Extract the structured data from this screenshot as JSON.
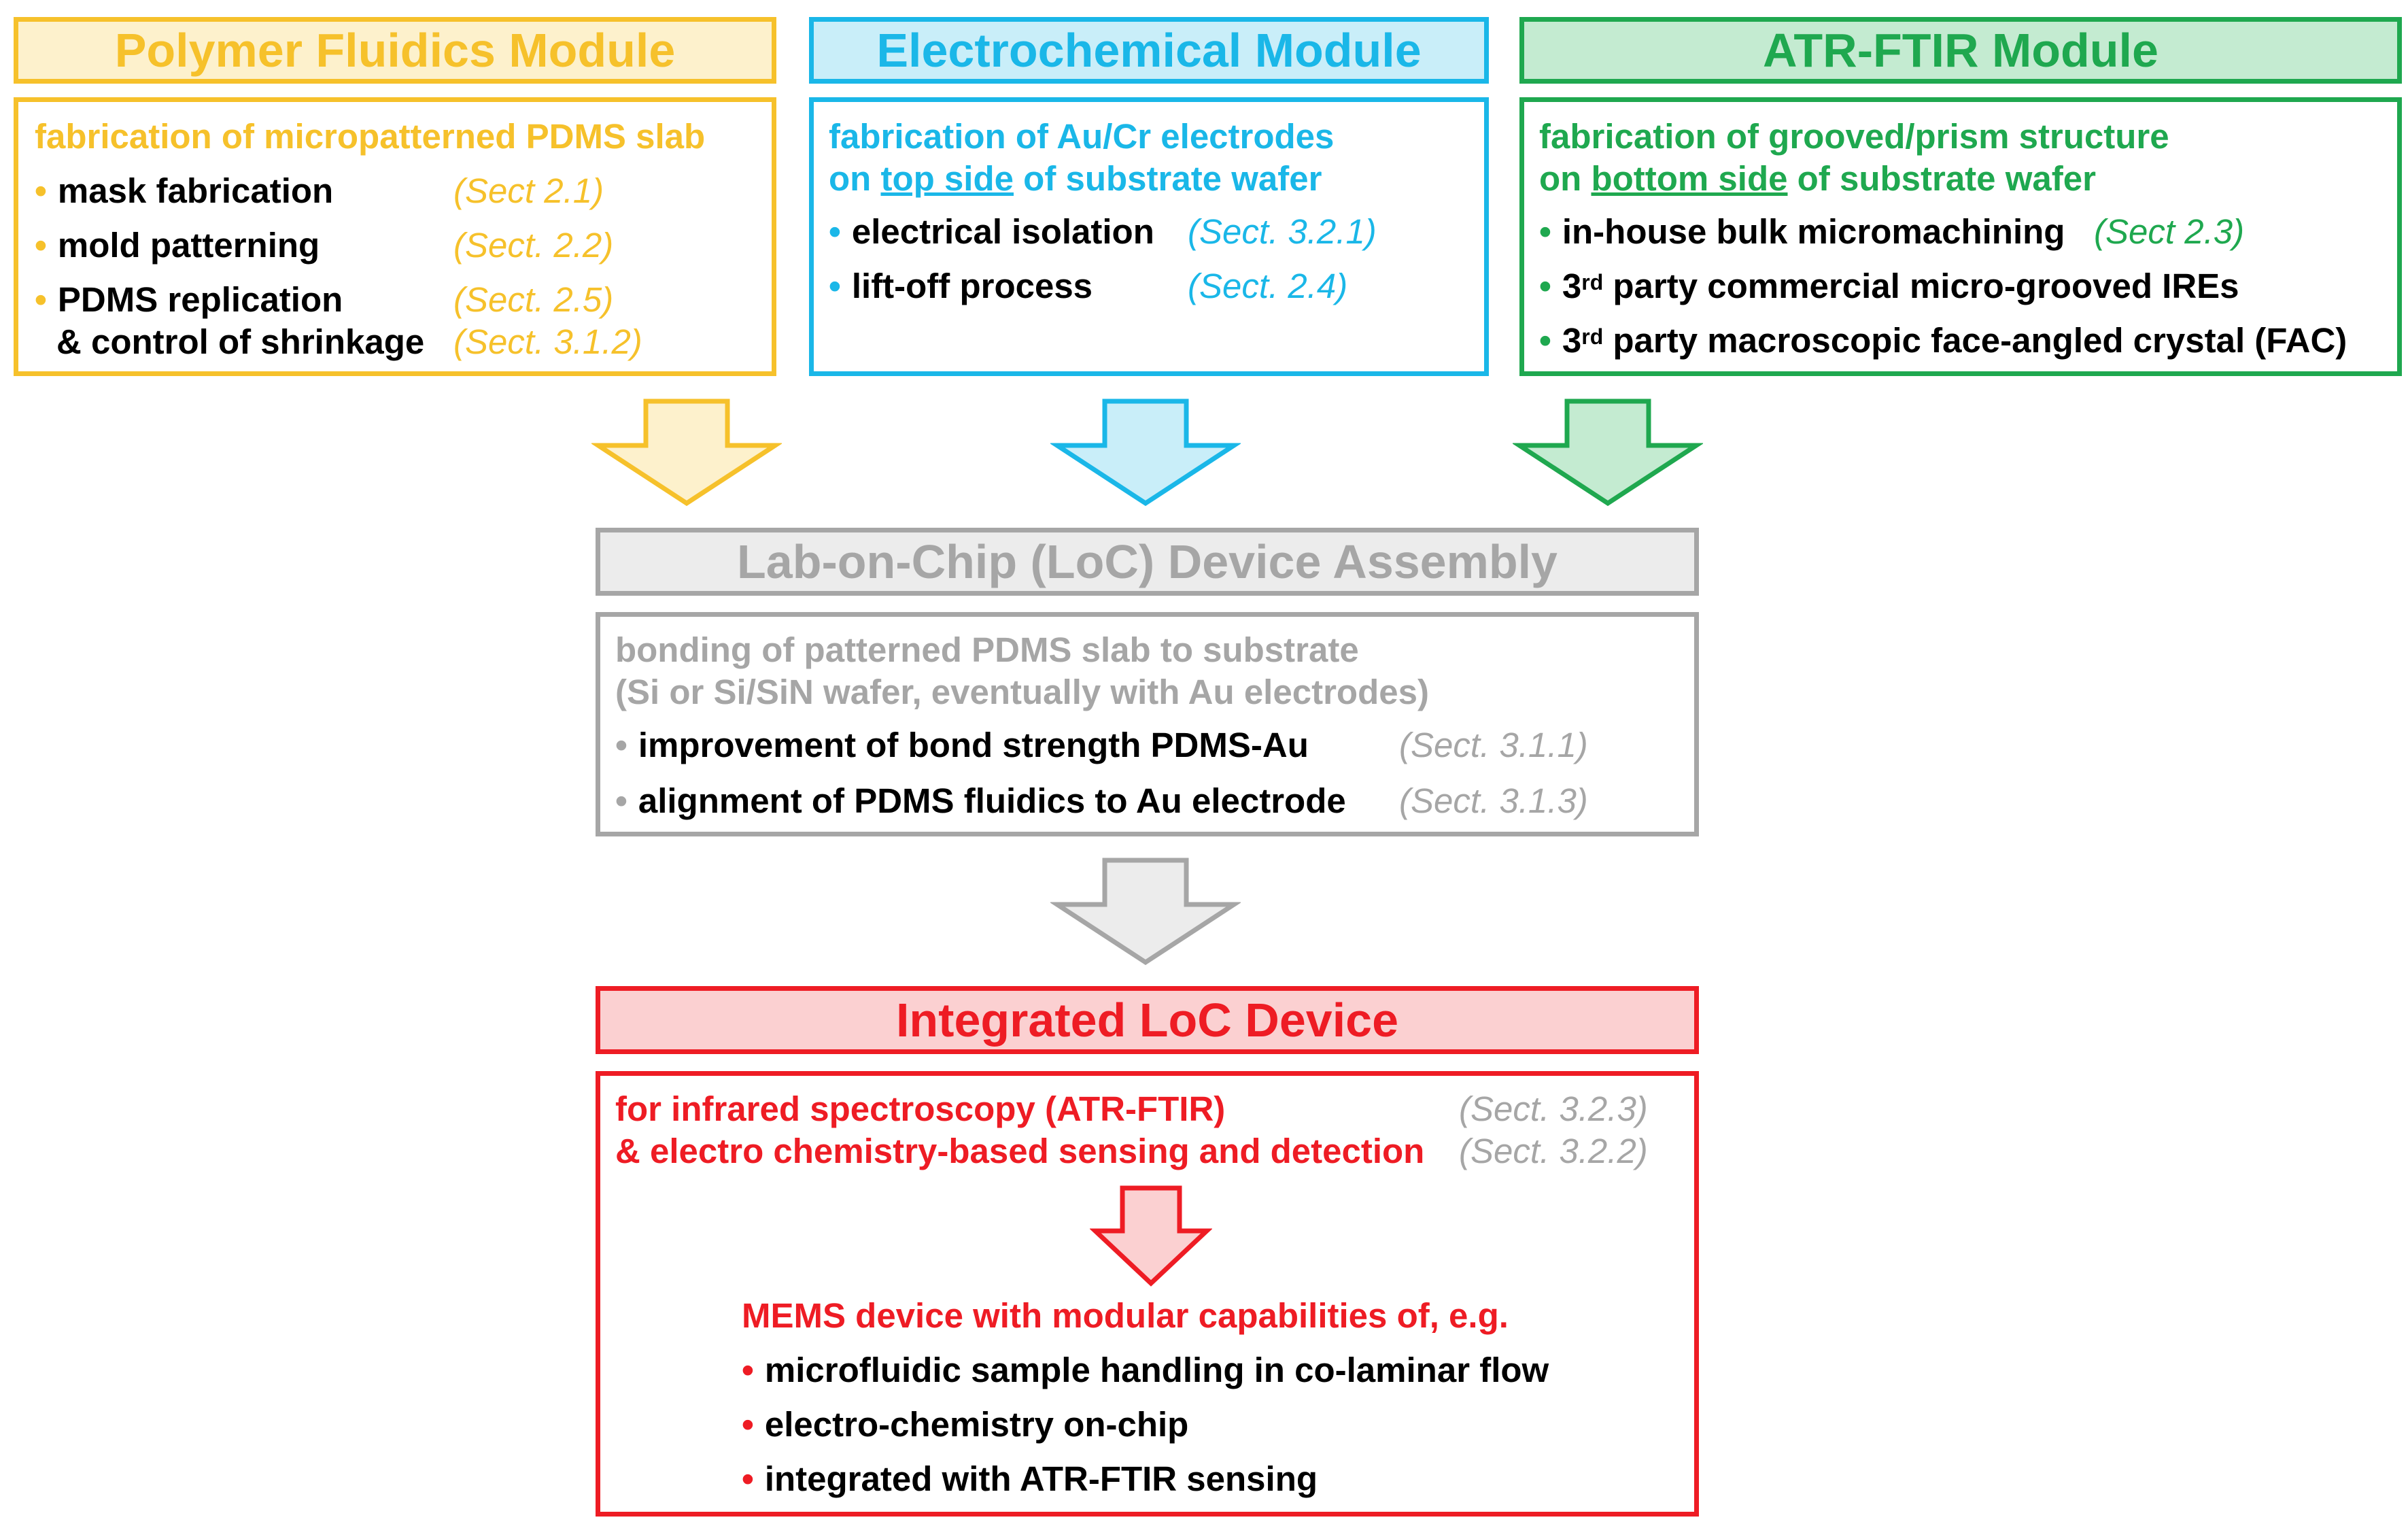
{
  "colors": {
    "yellow": "#f6c12b",
    "yellow_fill": "#fdf1cc",
    "blue": "#1ab7e8",
    "blue_fill": "#c9eef9",
    "green": "#1fa84f",
    "green_fill": "#c4ebd1",
    "gray": "#a6a6a6",
    "gray_fill": "#ececec",
    "red": "#ee1c24",
    "red_fill": "#fbd0d1",
    "black": "#000000"
  },
  "polymer": {
    "title": "Polymer Fluidics Module",
    "subtitle": "fabrication of micropatterned PDMS slab",
    "items": [
      {
        "bullet": "•",
        "text": "mask fabrication",
        "ref": "(Sect 2.1)"
      },
      {
        "bullet": "•",
        "text": "mold patterning",
        "ref": "(Sect. 2.2)"
      },
      {
        "bullet": "•",
        "text": "PDMS replication",
        "ref": "(Sect. 2.5)"
      },
      {
        "bullet": "",
        "text": "& control of shrinkage",
        "ref": "(Sect. 3.1.2)"
      }
    ]
  },
  "electro": {
    "title": "Electrochemical Module",
    "subtitle_line1": "fabrication of Au/Cr electrodes",
    "subtitle_line2_pre": "on ",
    "subtitle_line2_u": "top side",
    "subtitle_line2_post": " of substrate wafer",
    "items": [
      {
        "bullet": "•",
        "text": "electrical isolation",
        "ref": "(Sect. 3.2.1)"
      },
      {
        "bullet": "•",
        "text": "lift-off process",
        "ref": "(Sect. 2.4)"
      }
    ]
  },
  "atr": {
    "title": "ATR-FTIR Module",
    "subtitle_line1": "fabrication of grooved/prism structure",
    "subtitle_line2_pre": "on ",
    "subtitle_line2_u": "bottom side",
    "subtitle_line2_post": " of substrate wafer",
    "item1": {
      "bullet": "•",
      "text": "in-house bulk micromachining",
      "ref": "(Sect 2.3)"
    },
    "item2": {
      "bullet": "•",
      "num": "3",
      "sup": "rd",
      "text": " party commercial micro-grooved IREs"
    },
    "item3": {
      "bullet": "•",
      "num": "3",
      "sup": "rd",
      "text": " party macroscopic face-angled crystal (FAC)"
    }
  },
  "assembly": {
    "title": "Lab-on-Chip (LoC) Device Assembly",
    "line1": "bonding of patterned PDMS slab to substrate",
    "line2": "(Si or Si/SiN wafer, eventually with Au electrodes)",
    "items": [
      {
        "bullet": "•",
        "text": "improvement of bond strength PDMS-Au",
        "ref": "(Sect. 3.1.1)"
      },
      {
        "bullet": "•",
        "text": "alignment of PDMS fluidics to Au electrode",
        "ref": "(Sect. 3.1.3)"
      }
    ]
  },
  "integrated": {
    "title": "Integrated LoC Device",
    "line1": "for infrared spectroscopy (ATR-FTIR)",
    "line1_ref": "(Sect. 3.2.3)",
    "line2": "& electro chemistry-based sensing and detection",
    "line2_ref": "(Sect. 3.2.2)",
    "mems_title": "MEMS device with modular capabilities of, e.g.",
    "items": [
      {
        "bullet": "•",
        "text": "microfluidic sample handling in co-laminar flow"
      },
      {
        "bullet": "•",
        "text": "electro-chemistry on-chip"
      },
      {
        "bullet": "•",
        "text": "integrated with ATR-FTIR sensing"
      }
    ]
  }
}
